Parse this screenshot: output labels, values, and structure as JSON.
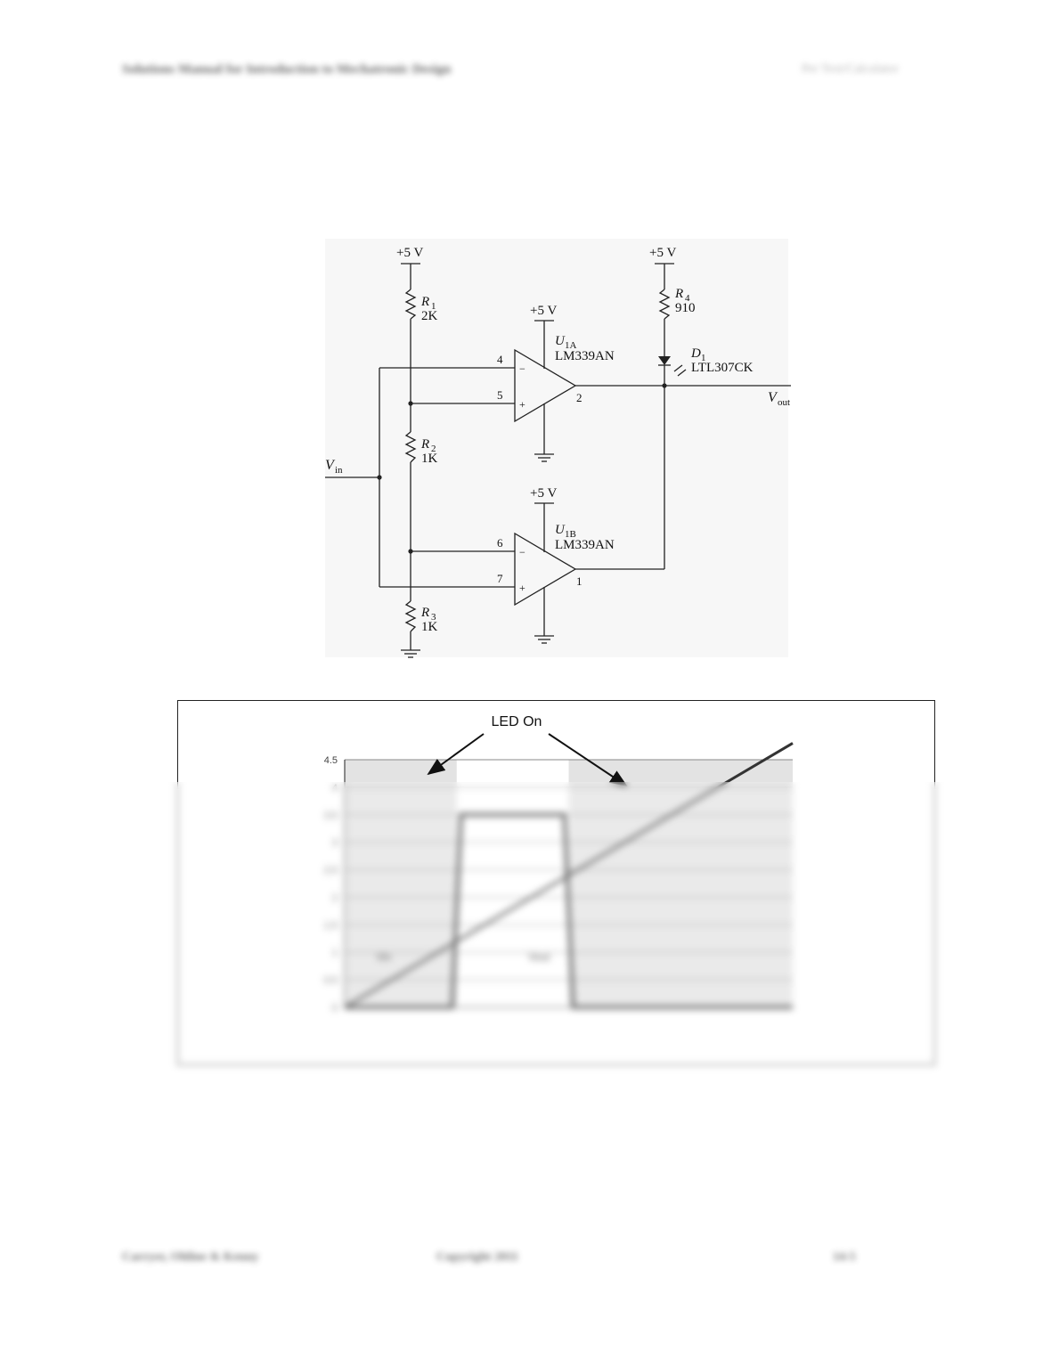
{
  "header": {
    "title": "Solutions Manual for Introduction to Mechatronic Design",
    "right": "Per Text/Calculator"
  },
  "footer": {
    "authors": "Carryer, Ohline & Kenny",
    "copyright": "Copyright 2011",
    "page": "14-5"
  },
  "circuit": {
    "supply_label": "+5 V",
    "vin_main": "V",
    "vin_sub": "in",
    "vout_main": "V",
    "vout_sub": "out",
    "r1_name": "R",
    "r1_sub": "1",
    "r1_value": "2K",
    "r2_name": "R",
    "r2_sub": "2",
    "r2_value": "1K",
    "r3_name": "R",
    "r3_sub": "3",
    "r3_value": "1K",
    "r4_name": "R",
    "r4_sub": "4",
    "r4_value": "910",
    "d1_name": "D",
    "d1_sub": "1",
    "d1_part": "LTL307CK",
    "u1a_name": "U",
    "u1a_sub": "1A",
    "u1a_part": "LM339AN",
    "u1b_name": "U",
    "u1b_sub": "1B",
    "u1b_part": "LM339AN",
    "pin_4": "4",
    "pin_5": "5",
    "pin_2": "2",
    "pin_6": "6",
    "pin_7": "7",
    "pin_1": "1",
    "minus": "−",
    "plus": "+"
  },
  "chart_data": {
    "type": "line",
    "annotation": "LED On",
    "ylim": [
      0,
      4.5
    ],
    "yticks": [
      "0",
      "0.5",
      "1",
      "1.5",
      "2",
      "2.5",
      "3",
      "3.5",
      "4",
      "4.5"
    ],
    "xlim": [
      0,
      5
    ],
    "shaded_regions_x": [
      [
        0,
        1.25
      ],
      [
        2.5,
        5
      ]
    ],
    "series": [
      {
        "name": "Vin",
        "x": [
          0,
          5
        ],
        "y": [
          0,
          5
        ]
      },
      {
        "name": "Vout",
        "x": [
          0,
          1.2,
          1.3,
          2.45,
          2.55,
          5
        ],
        "y": [
          0,
          0,
          3.5,
          3.5,
          0,
          0
        ]
      }
    ],
    "colors": {
      "line": "#333333",
      "shade": "#e3e3e3",
      "grid": "#8a8a8a"
    }
  }
}
